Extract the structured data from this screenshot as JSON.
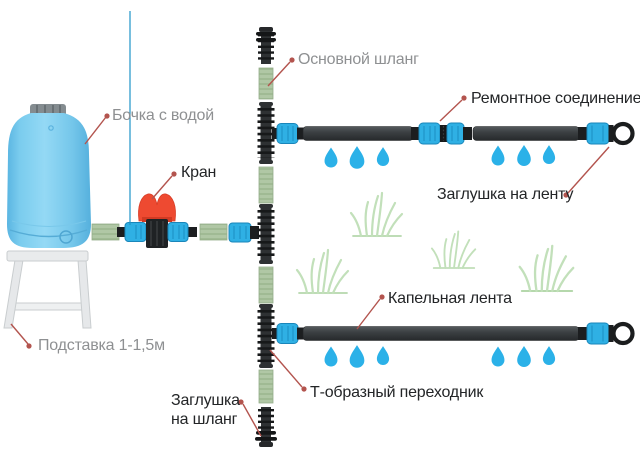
{
  "labels": {
    "barrel": "Бочка с водой",
    "tap": "Кран",
    "main_hose": "Основной шланг",
    "repair_connection": "Ремонтное соединение",
    "tape_plug": "Заглушка на ленту",
    "stand": "Подставка 1-1,5м",
    "drip_tape": "Капельная лента",
    "t_adapter": "Т-образный переходник",
    "hose_plug": "Заглушка\nна шланг"
  },
  "colors": {
    "barrel_blue": "#7ecdf0",
    "fitting_blue": "#2fb0e4",
    "drop_blue": "#2bb1e8",
    "valve_red": "#ee4a31",
    "hose_green": "#b0c7a5",
    "drip_tape_gray": "#3c4043",
    "fitting_black": "#1c1e20",
    "leader_line_red": "#b3544e",
    "grass_green": "#c2e0ba",
    "label_gray": "#8e9092",
    "label_black": "#232527"
  }
}
